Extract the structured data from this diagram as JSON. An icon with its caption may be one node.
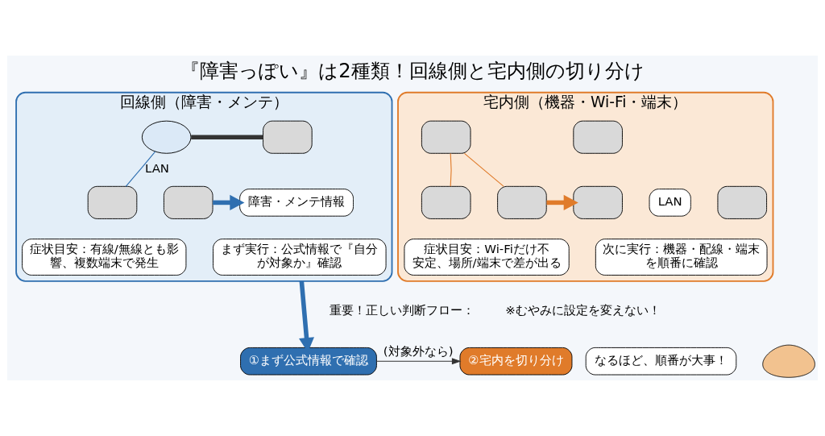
{
  "diagram": {
    "title": "『障害っぽい』は2種類！回線側と宅内側の切り分け",
    "nodes": [
      {
        "text": [
          "回線側（障害・メンテ）"
        ]
      },
      {
        "text": [],
        "shape": "cloud",
        "in": 0
      },
      {
        "text": [],
        "shape": "box",
        "in": 0
      },
      {
        "text": [],
        "shape": "box",
        "in": 0
      },
      {
        "text": [],
        "shape": "box",
        "in": 0
      },
      {
        "text": [
          "障害・メンテ情報"
        ],
        "in": 0
      },
      {
        "text": [
          "症状目安：有線/無線とも影響、複数端末で発生"
        ],
        "in": 0
      },
      {
        "text": [
          "まず実行：公式情報で『自分が対象か』確認"
        ],
        "in": 0
      },
      {
        "text": [
          "宅内側（機器・Wi-Fi・端末）"
        ]
      },
      {
        "text": [],
        "shape": "box",
        "in": 8
      },
      {
        "text": [],
        "shape": "box",
        "in": 8
      },
      {
        "text": [],
        "shape": "box",
        "in": 8
      },
      {
        "text": [],
        "shape": "box",
        "in": 8
      },
      {
        "text": [],
        "shape": "box",
        "in": 8
      },
      {
        "text": [
          "LAN"
        ],
        "in": 8
      },
      {
        "text": [],
        "shape": "box",
        "in": 8
      },
      {
        "text": [
          "症状目安：Wi-Fiだけ不安定、場所/端末で差が出る"
        ],
        "in": 8
      },
      {
        "text": [
          "次に実行：機器・配線・端末を順番に確認"
        ],
        "in": 8
      },
      {
        "text": [
          "①まず公式情報で確認"
        ]
      },
      {
        "text": [
          "②宅内を切り分け"
        ]
      },
      {
        "text": [
          "なるほど、順番が大事！"
        ]
      },
      {
        "text": [],
        "shape": "person"
      }
    ],
    "edges": [
      {
        "from": 1,
        "to": 2,
        "arrow": "none",
        "style": "thick",
        "color": "#333333"
      },
      {
        "from": 1,
        "to": 3,
        "arrow": "none",
        "label": "LAN",
        "color": "#2f6fb0"
      },
      {
        "from": 4,
        "to": 5,
        "arrow": "to",
        "style": "thick",
        "color": "#2f6fb0"
      },
      {
        "from": 9,
        "to": 11,
        "arrow": "none",
        "color": "#e07b2a"
      },
      {
        "from": 9,
        "to": 12,
        "arrow": "none",
        "color": "#e07b2a"
      },
      {
        "from": 12,
        "to": 13,
        "arrow": "to",
        "style": "thick",
        "color": "#e07b2a"
      },
      {
        "from": 0,
        "to": 18,
        "arrow": "to",
        "style": "thick",
        "color": "#2f6fb0"
      },
      {
        "from": 18,
        "to": 19,
        "arrow": "to",
        "label": "(対象外なら)",
        "color": "#333333"
      }
    ],
    "labels": [
      "重要！正しい判断フロー：",
      "※むやみに設定を変えない！"
    ]
  }
}
